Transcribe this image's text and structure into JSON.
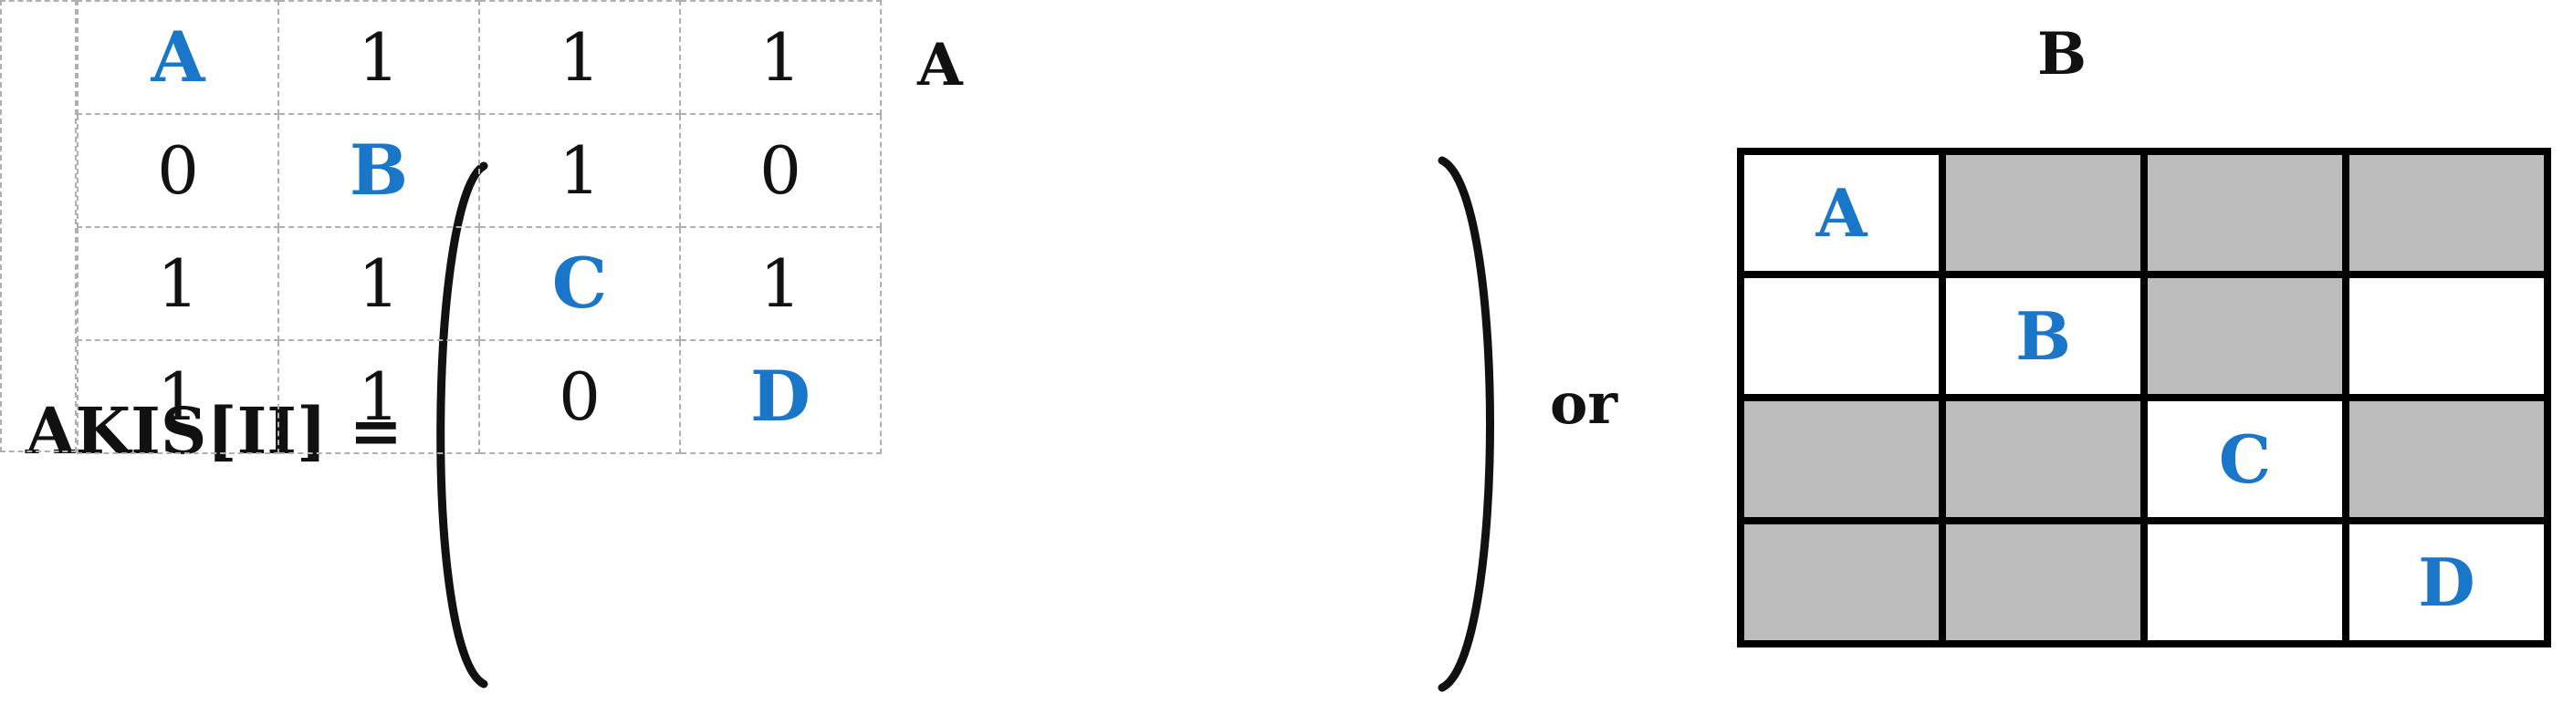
{
  "title_a": "A",
  "title_b": "B",
  "label": "AKIS[II] =",
  "or_word": "or",
  "colors": {
    "diagonal_text": "#1a76c8",
    "shaded_cell": "#bcbcbc",
    "grid_border": "#000000",
    "dashed_border": "#b0b0b0"
  },
  "matrix_a": {
    "rows": [
      [
        "A",
        "1",
        "1",
        "1"
      ],
      [
        "0",
        "B",
        "1",
        "0"
      ],
      [
        "1",
        "1",
        "C",
        "1"
      ],
      [
        "1",
        "1",
        "0",
        "D"
      ]
    ]
  },
  "grid_b": {
    "rows": [
      [
        {
          "text": "A",
          "shaded": false
        },
        {
          "text": "",
          "shaded": true
        },
        {
          "text": "",
          "shaded": true
        },
        {
          "text": "",
          "shaded": true
        }
      ],
      [
        {
          "text": "",
          "shaded": false
        },
        {
          "text": "B",
          "shaded": false
        },
        {
          "text": "",
          "shaded": true
        },
        {
          "text": "",
          "shaded": false
        }
      ],
      [
        {
          "text": "",
          "shaded": true
        },
        {
          "text": "",
          "shaded": true
        },
        {
          "text": "C",
          "shaded": false
        },
        {
          "text": "",
          "shaded": true
        }
      ],
      [
        {
          "text": "",
          "shaded": true
        },
        {
          "text": "",
          "shaded": true
        },
        {
          "text": "",
          "shaded": false
        },
        {
          "text": "D",
          "shaded": false
        }
      ]
    ]
  }
}
